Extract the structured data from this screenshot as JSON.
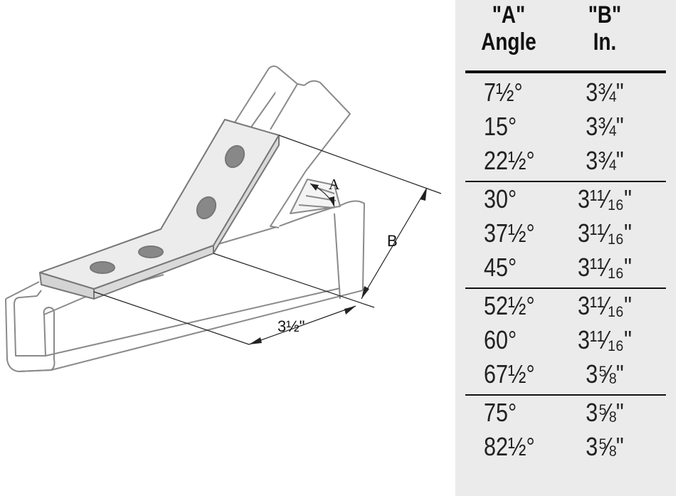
{
  "diagram": {
    "labels": {
      "angle": "A",
      "height": "B",
      "width": "3½\""
    }
  },
  "table": {
    "header_a": [
      "\"A\"",
      "Angle"
    ],
    "header_b": [
      "\"B\"",
      "In."
    ],
    "groups": [
      [
        {
          "a": "7½°",
          "b": "3¾\""
        },
        {
          "a": "15°",
          "b": "3¾\""
        },
        {
          "a": "22½°",
          "b": "3¾\""
        }
      ],
      [
        {
          "a": "30°",
          "b": "3¹¹⁄₁₆\""
        },
        {
          "a": "37½°",
          "b": "3¹¹⁄₁₆\""
        },
        {
          "a": "45°",
          "b": "3¹¹⁄₁₆\""
        }
      ],
      [
        {
          "a": "52½°",
          "b": "3¹¹⁄₁₆\""
        },
        {
          "a": "60°",
          "b": "3¹¹⁄₁₆\""
        },
        {
          "a": "67½°",
          "b": "3⅝\""
        }
      ],
      [
        {
          "a": "75°",
          "b": "3⅝\""
        },
        {
          "a": "82½°",
          "b": "3⅝\""
        }
      ]
    ]
  }
}
